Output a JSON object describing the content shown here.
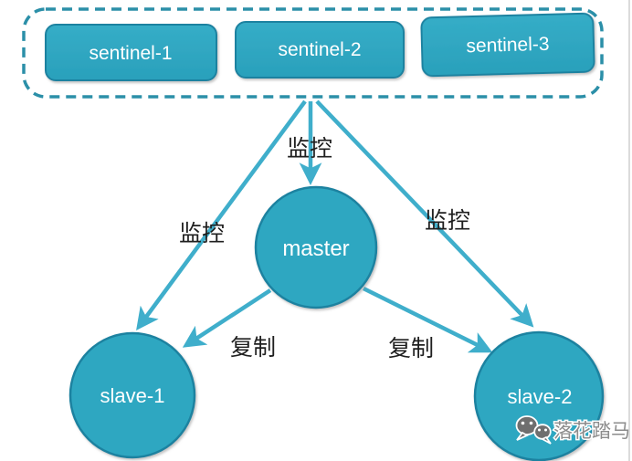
{
  "diagram": {
    "sentinel_group": {
      "name": "sentinel-group",
      "boxes": [
        {
          "label": "sentinel-1"
        },
        {
          "label": "sentinel-2"
        },
        {
          "label": "sentinel-3"
        }
      ]
    },
    "nodes": {
      "master": {
        "label": "master",
        "shape": "circle"
      },
      "slave1": {
        "label": "slave-1",
        "shape": "circle"
      },
      "slave2": {
        "label": "slave-2",
        "shape": "circle"
      }
    },
    "edges": [
      {
        "from": "sentinel-group",
        "to": "master",
        "label": "监控"
      },
      {
        "from": "sentinel-group",
        "to": "slave-1",
        "label": "监控"
      },
      {
        "from": "sentinel-group",
        "to": "slave-2",
        "label": "监控"
      },
      {
        "from": "master",
        "to": "slave-1",
        "label": "复制"
      },
      {
        "from": "master",
        "to": "slave-2",
        "label": "复制"
      }
    ]
  },
  "watermark": {
    "text": "落花踏马",
    "icon": "wechat-icon"
  },
  "colors": {
    "node_fill": "#2EA7C1",
    "node_stroke": "#1E82A0",
    "arrow": "#3FAECB",
    "dashed_border": "#2B8FA8",
    "edge_label_text": "#1F1F1F",
    "node_text": "#FFFFFF",
    "watermark_text": "#8C8C8C",
    "background": "#FFFFFF"
  }
}
